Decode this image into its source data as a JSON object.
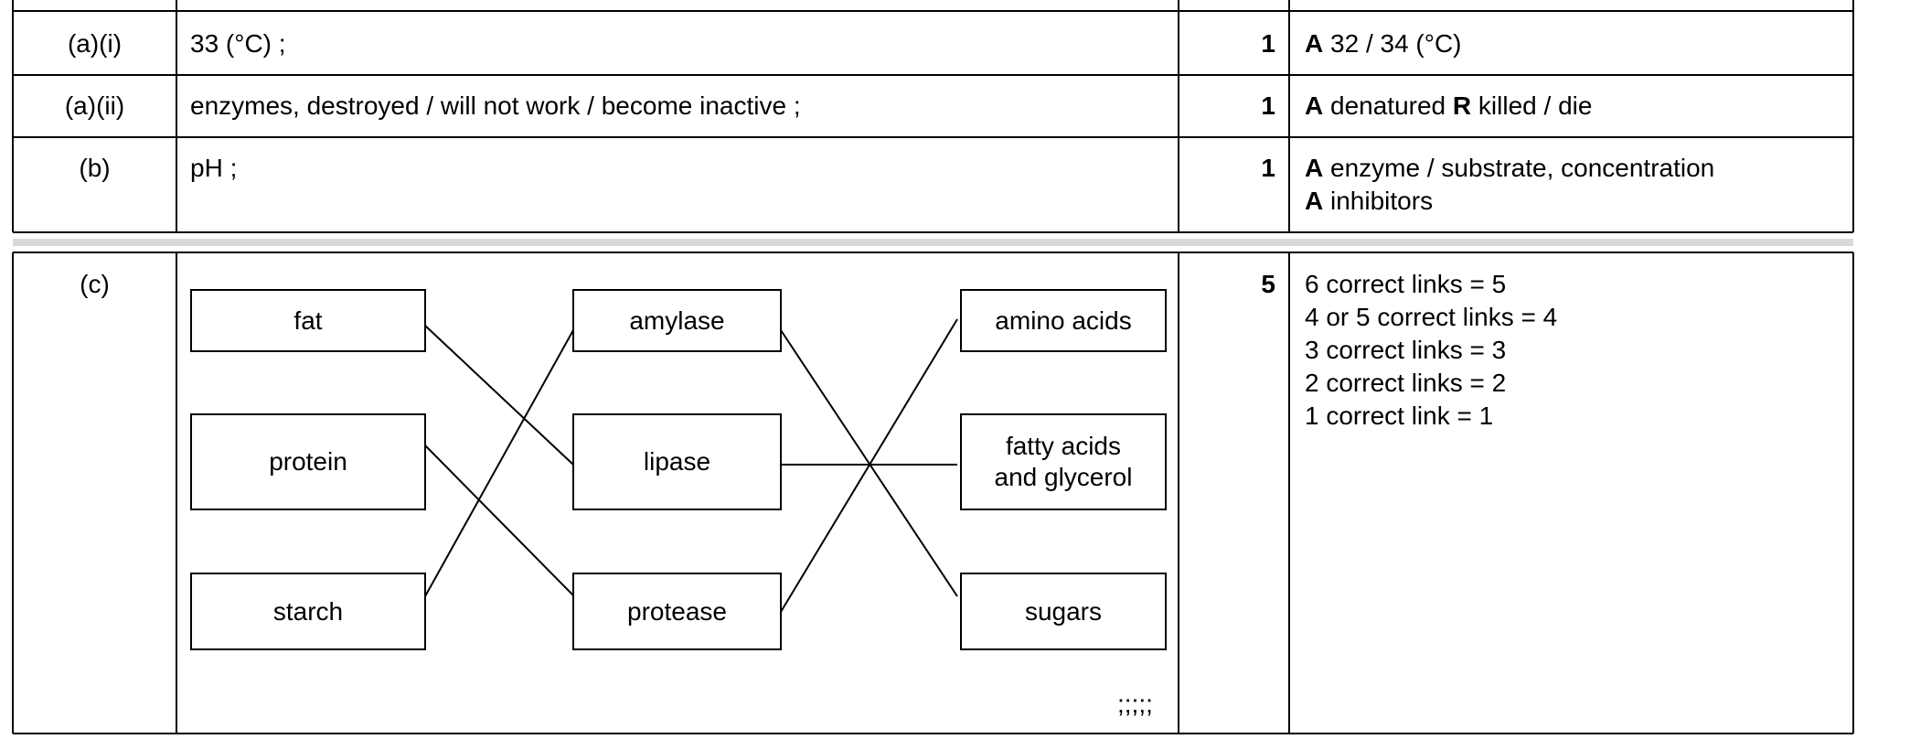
{
  "rows": [
    {
      "part": "(a)(i)",
      "answer": "33 (°C) ;",
      "marks": "1",
      "guidance": [
        {
          "bold": "A",
          "text": " 32 / 34 (°C)"
        }
      ]
    },
    {
      "part": "(a)(ii)",
      "answer": "enzymes, destroyed / will not work / become inactive ;",
      "marks": "1",
      "guidance": [
        {
          "bold": "A",
          "text": " denatured "
        },
        {
          "bold": "R",
          "text": " killed / die"
        }
      ]
    },
    {
      "part": "(b)",
      "answer": "pH ;",
      "marks": "1",
      "guidance_lines": [
        {
          "bold": "A",
          "text": " enzyme / substrate, concentration"
        },
        {
          "bold": "A",
          "text": " inhibitors"
        }
      ]
    },
    {
      "part": "(c)",
      "marks": "5",
      "guidance_lines": [
        "6 correct links = 5",
        "4 or 5 correct links = 4",
        "3 correct links = 3",
        "2 correct links = 2",
        "1 correct link = 1"
      ],
      "diagram": {
        "substrates": [
          "fat",
          "protein",
          "starch"
        ],
        "enzymes": [
          "amylase",
          "lipase",
          "protease"
        ],
        "products": [
          "amino acids",
          "fatty acids",
          "and glycerol",
          "sugars"
        ],
        "marks_ticks": ";;;;;"
      }
    }
  ]
}
